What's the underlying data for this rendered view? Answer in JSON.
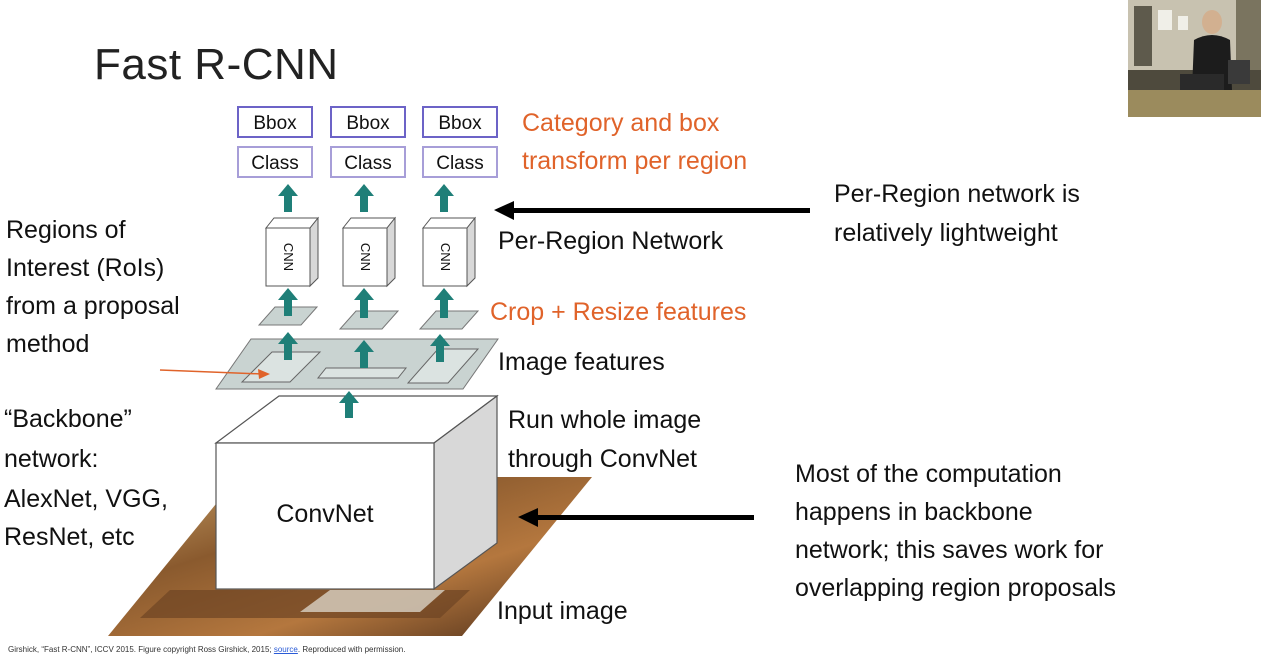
{
  "slide": {
    "title": "Fast R-CNN",
    "labels": {
      "bbox": "Bbox",
      "class": "Class",
      "cnn": "CNN",
      "convnet": "ConvNet"
    },
    "annotations": {
      "category_line1": "Category and box",
      "category_line2": "transform per region",
      "per_region_network": "Per-Region Network",
      "crop_resize": "Crop + Resize features",
      "image_features": "Image features",
      "run_line1": "Run whole image",
      "run_line2": "through ConvNet",
      "input_image": "Input image",
      "rois_line1": "Regions of",
      "rois_line2": "Interest (RoIs)",
      "rois_line3": "from a proposal",
      "rois_line4": "method",
      "backbone_line1": "“Backbone”",
      "backbone_line2": "network:",
      "backbone_line3": "AlexNet, VGG,",
      "backbone_line4": "ResNet, etc",
      "lightweight_line1": "Per-Region network is",
      "lightweight_line2": "relatively lightweight",
      "computation_line1": "Most of the computation",
      "computation_line2": "happens in backbone",
      "computation_line3": "network; this saves work for",
      "computation_line4": "overlapping region proposals"
    },
    "footer": {
      "citation": "Girshick, “Fast R-CNN”, ICCV 2015. Figure copyright Ross Girshick, 2015; ",
      "link": "source",
      "suffix": ". Reproduced with permission."
    },
    "colors": {
      "accent_orange": "#e0632a",
      "arrow_teal": "#1f7f78",
      "box_border": "#6c63c7"
    }
  }
}
